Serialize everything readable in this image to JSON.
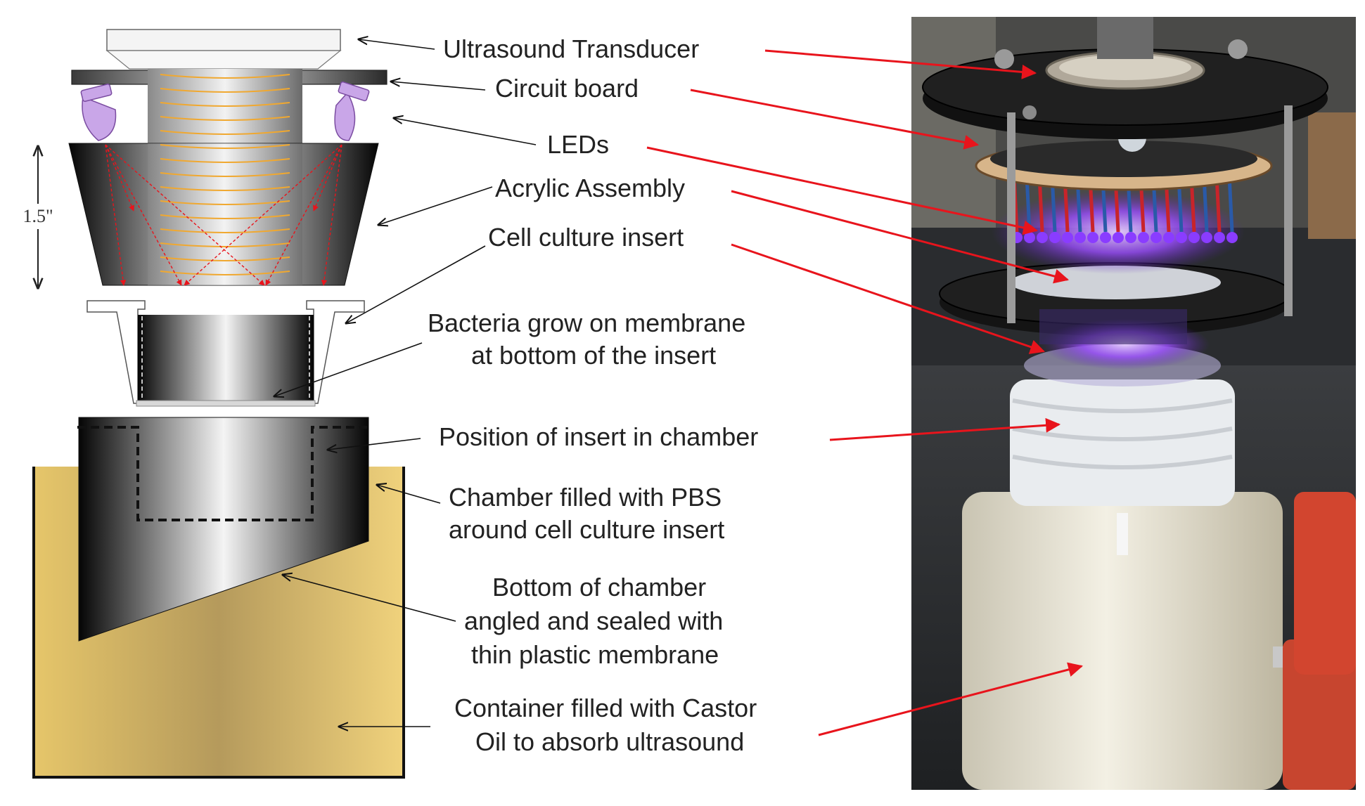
{
  "diagram": {
    "dimension_label": "1.5\"",
    "labels": {
      "transducer": "Ultrasound Transducer",
      "circuit": "Circuit board",
      "leds": "LEDs",
      "acrylic": "Acrylic Assembly",
      "insert": "Cell culture insert",
      "bacteria_1": "Bacteria grow on membrane",
      "bacteria_2": "at bottom of the insert",
      "position": "Position of insert in chamber",
      "chamber_1": "Chamber filled with PBS",
      "chamber_2": "around cell culture insert",
      "bottom_1": "Bottom of chamber",
      "bottom_2": "angled and sealed with",
      "bottom_3": "thin plastic membrane",
      "container_1": "Container filled with Castor",
      "container_2": "Oil to absorb ultrasound"
    }
  },
  "colors": {
    "annotation_arrow": "#e8141c",
    "pointer_arrow": "#111111",
    "led": "#c9a6e8",
    "ultrasound_wave": "#f0a830",
    "light_ray": "#e8141c",
    "oil": "#ecd27e",
    "led_glow": "#8a3cff"
  }
}
